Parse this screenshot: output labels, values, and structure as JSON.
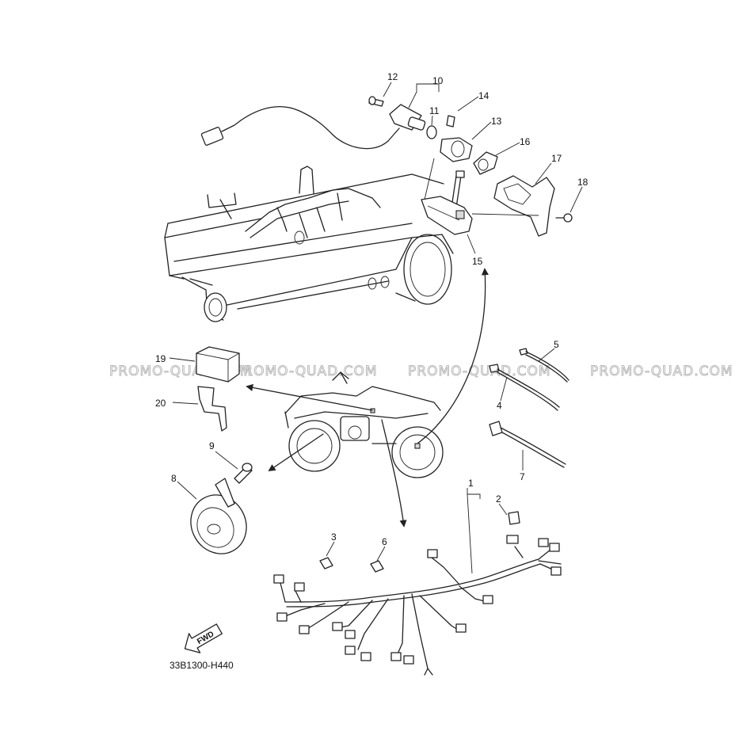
{
  "diagram": {
    "drawing_code": "33B1300-H440",
    "fwd_label": "FWD",
    "watermark": [
      "PROMO-QUAD.COM",
      "PROMO-QUAD.COM",
      "PROMO-QUAD.COM",
      "PROMO-QUAD.COM"
    ],
    "callouts": {
      "c1": "1",
      "c2": "2",
      "c3": "3",
      "c4": "4",
      "c5": "5",
      "c6": "6",
      "c7": "7",
      "c8": "8",
      "c9": "9",
      "c10": "10",
      "c11": "11",
      "c12": "12",
      "c13": "13",
      "c14": "14",
      "c15": "15",
      "c16": "16",
      "c17": "17",
      "c18": "18",
      "c19": "19",
      "c20": "20"
    }
  }
}
